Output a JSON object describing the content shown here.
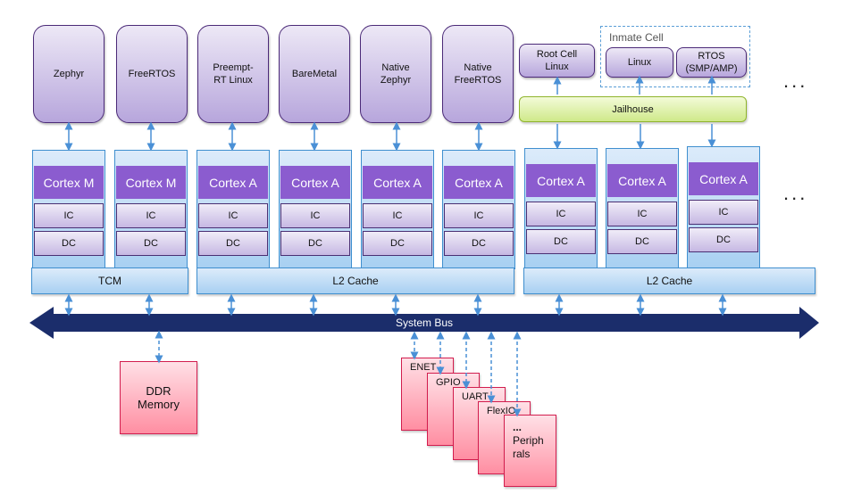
{
  "os_boxes": [
    {
      "label_lines": [
        "Zephyr"
      ]
    },
    {
      "label_lines": [
        "FreeRTOS"
      ]
    },
    {
      "label_lines": [
        "Preempt-",
        "RT Linux"
      ]
    },
    {
      "label_lines": [
        "BareMetal"
      ]
    },
    {
      "label_lines": [
        "Native",
        "Zephyr"
      ]
    },
    {
      "label_lines": [
        "Native",
        "FreeRTOS"
      ]
    }
  ],
  "root_cell": {
    "line1": "Root Cell",
    "line2": "Linux"
  },
  "inmate_cell": {
    "title": "Inmate Cell",
    "linux": "Linux",
    "rtos_line1": "RTOS",
    "rtos_line2": "(SMP/AMP)"
  },
  "jailhouse": "Jailhouse",
  "clusters": [
    {
      "core": "Cortex M",
      "ic": "IC",
      "dc": "DC"
    },
    {
      "core": "Cortex M",
      "ic": "IC",
      "dc": "DC"
    },
    {
      "core": "Cortex A",
      "ic": "IC",
      "dc": "DC"
    },
    {
      "core": "Cortex A",
      "ic": "IC",
      "dc": "DC"
    },
    {
      "core": "Cortex A",
      "ic": "IC",
      "dc": "DC"
    },
    {
      "core": "Cortex A",
      "ic": "IC",
      "dc": "DC"
    },
    {
      "core": "Cortex A",
      "ic": "IC",
      "dc": "DC"
    },
    {
      "core": "Cortex A",
      "ic": "IC",
      "dc": "DC"
    },
    {
      "core": "Cortex A",
      "ic": "IC",
      "dc": "DC"
    }
  ],
  "shared_bars": {
    "tcm": "TCM",
    "l2_left": "L2 Cache",
    "l2_right": "L2 Cache"
  },
  "system_bus": "System Bus",
  "ddr": {
    "line1": "DDR",
    "line2": "Memory"
  },
  "peripherals": [
    "ENET",
    "GPIO",
    "UART",
    "FlexIO"
  ],
  "more_peripherals": {
    "dots": "...",
    "line1": "Periph",
    "line2": "rals"
  },
  "ellipsis": "...",
  "colors": {
    "arrow": "#4a90d6",
    "bus": "#1b2d6b",
    "core": "#8b5ccf",
    "peripheral_border": "#d21d4e"
  }
}
